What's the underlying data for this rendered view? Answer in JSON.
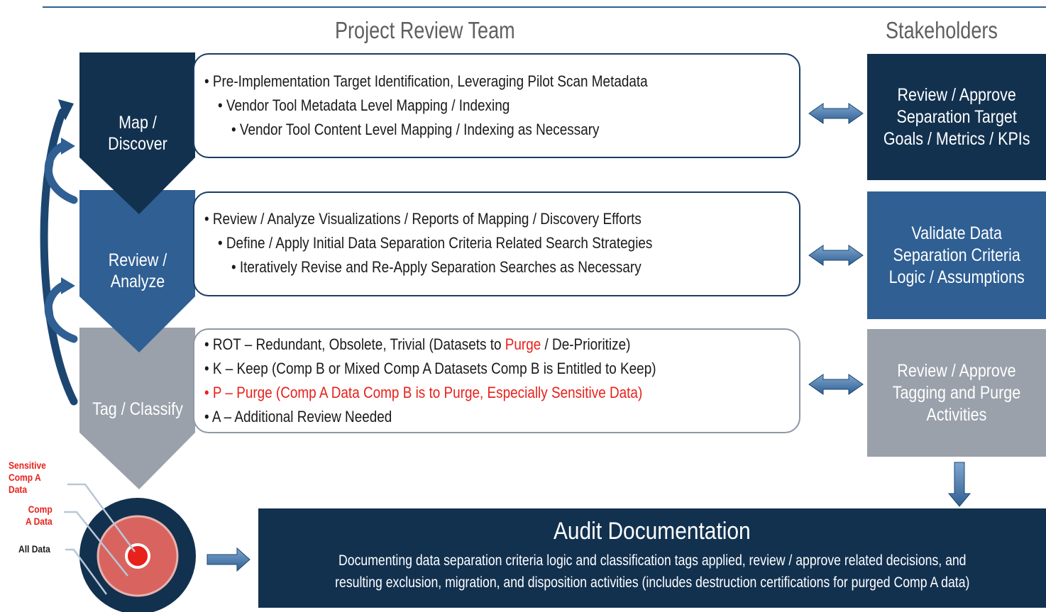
{
  "headers": {
    "left": "Project Review Team",
    "right": "Stakeholders"
  },
  "stages": [
    {
      "line1": "Map /",
      "line2": "Discover"
    },
    {
      "line1": "Review /",
      "line2": "Analyze"
    },
    {
      "line1": "Tag / Classify"
    }
  ],
  "boxes": [
    {
      "items": [
        "• Pre-Implementation Target Identification, Leveraging Pilot Scan Metadata",
        "• Vendor Tool Metadata Level Mapping / Indexing",
        "• Vendor Tool Content Level Mapping / Indexing as Necessary"
      ]
    },
    {
      "items": [
        "• Review / Analyze Visualizations / Reports of Mapping / Discovery Efforts",
        "• Define / Apply Initial Data Separation Criteria Related Search Strategies",
        "• Iteratively Revise and Re-Apply Separation Searches as Necessary"
      ]
    },
    {
      "rot_prefix": "• ROT – Redundant, Obsolete, Trivial (Datasets to ",
      "rot_red": "Purge",
      "rot_suffix": " / De-Prioritize)",
      "keep": "• K – Keep (Comp B or Mixed Comp A Datasets Comp B is Entitled to Keep)",
      "purge": "• P – Purge (Comp A Data Comp B is to Purge, Especially Sensitive Data)",
      "additional": "• A – Additional Review Needed"
    }
  ],
  "stakeholders": [
    {
      "lines": [
        "Review / Approve",
        "Separation Target",
        "Goals / Metrics / KPIs"
      ],
      "color": "#12314f"
    },
    {
      "lines": [
        "Validate Data",
        "Separation Criteria",
        "Logic / Assumptions"
      ],
      "color": "#2f5f93"
    },
    {
      "lines": [
        "Review / Approve",
        "Tagging and Purge",
        "Activities"
      ],
      "color": "#9aa1ab"
    }
  ],
  "legend": {
    "sensitive": [
      "Sensitive",
      "Comp A",
      "Data"
    ],
    "comp_a": [
      "Comp",
      "A Data"
    ],
    "all": "All Data"
  },
  "audit": {
    "title": "Audit Documentation",
    "line1": "Documenting data separation criteria logic and classification tags applied, review / approve related decisions, and",
    "line2": "resulting exclusion, migration, and disposition activities (includes destruction certifications for purged Comp A data)"
  },
  "colors": {
    "dark_navy": "#12314f",
    "mid_blue": "#2f5f93",
    "gray": "#9aa1ab",
    "red": "#e8211b",
    "salmon": "#d9645f",
    "header_line": "#2f5f93"
  }
}
